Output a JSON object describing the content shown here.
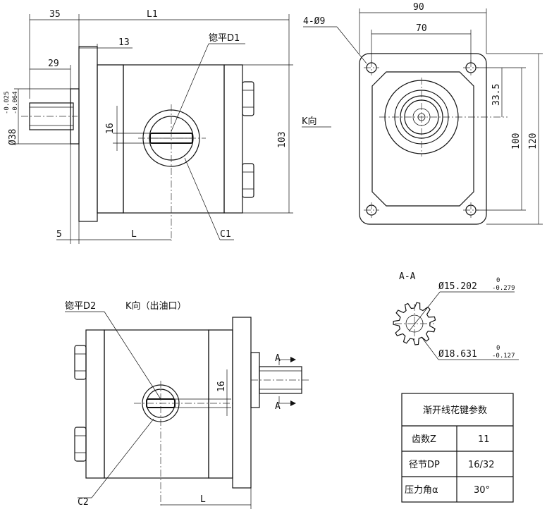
{
  "front_view": {
    "dim_35": "35",
    "dim_L1": "L1",
    "dim_13": "13",
    "dim_29": "29",
    "tol_upper": "-0.025",
    "tol_lower": "-0.064",
    "dia_38": "Ø38",
    "dim_16": "16",
    "dim_103": "103",
    "dim_5": "5",
    "dim_L": "L",
    "port_D1": "锪平D1",
    "chamfer_C1": "C1"
  },
  "side_view": {
    "dim_90": "90",
    "dim_70": "70",
    "holes": "4-Ø9",
    "view_k": "K向",
    "dim_33_5": "33.5",
    "dim_100": "100",
    "dim_120": "120"
  },
  "bottom_view": {
    "port_D2": "锪平D2",
    "view_k_outlet": "K向（出油口）",
    "dim_16": "16",
    "section_arrow_top": "A",
    "section_arrow_bottom": "A",
    "chamfer_C2": "C2",
    "dim_L": "L"
  },
  "section_aa": {
    "title": "A-A",
    "dia_inner": "Ø15.202",
    "inner_tol_upper": "0",
    "inner_tol_lower": "-0.279",
    "dia_outer": "Ø18.631",
    "outer_tol_upper": "0",
    "outer_tol_lower": "-0.127"
  },
  "spline_table": {
    "title": "渐开线花键参数",
    "rows": [
      {
        "label": "齿数Z",
        "value": "11"
      },
      {
        "label": "径节DP",
        "value": "16/32"
      },
      {
        "label": "压力角α",
        "value": "30°"
      }
    ]
  }
}
